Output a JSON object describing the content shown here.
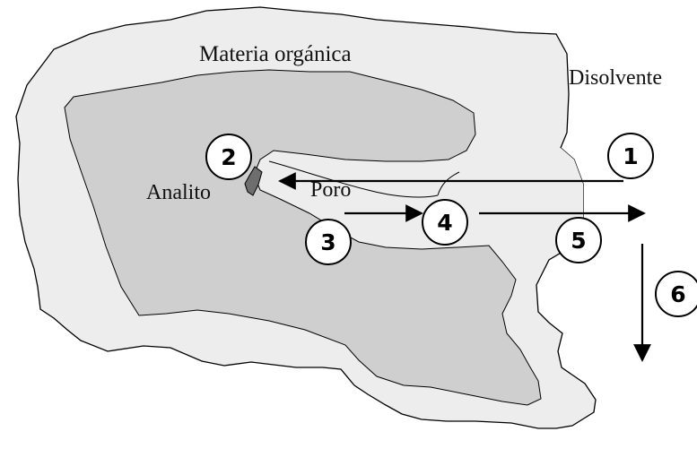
{
  "labels": {
    "organic_matter": "Materia orgánica",
    "solvent": "Disolvente",
    "analyte": "Analito",
    "pore": "Poro"
  },
  "steps": [
    {
      "number": "1"
    },
    {
      "number": "2"
    },
    {
      "number": "3"
    },
    {
      "number": "4"
    },
    {
      "number": "5"
    },
    {
      "number": "6"
    }
  ],
  "colors": {
    "outer_region": "#ededed",
    "inner_region": "#cfcfcf",
    "analyte": "#6e6e6e",
    "stroke": "#000000",
    "circle_fill": "#ffffff"
  }
}
